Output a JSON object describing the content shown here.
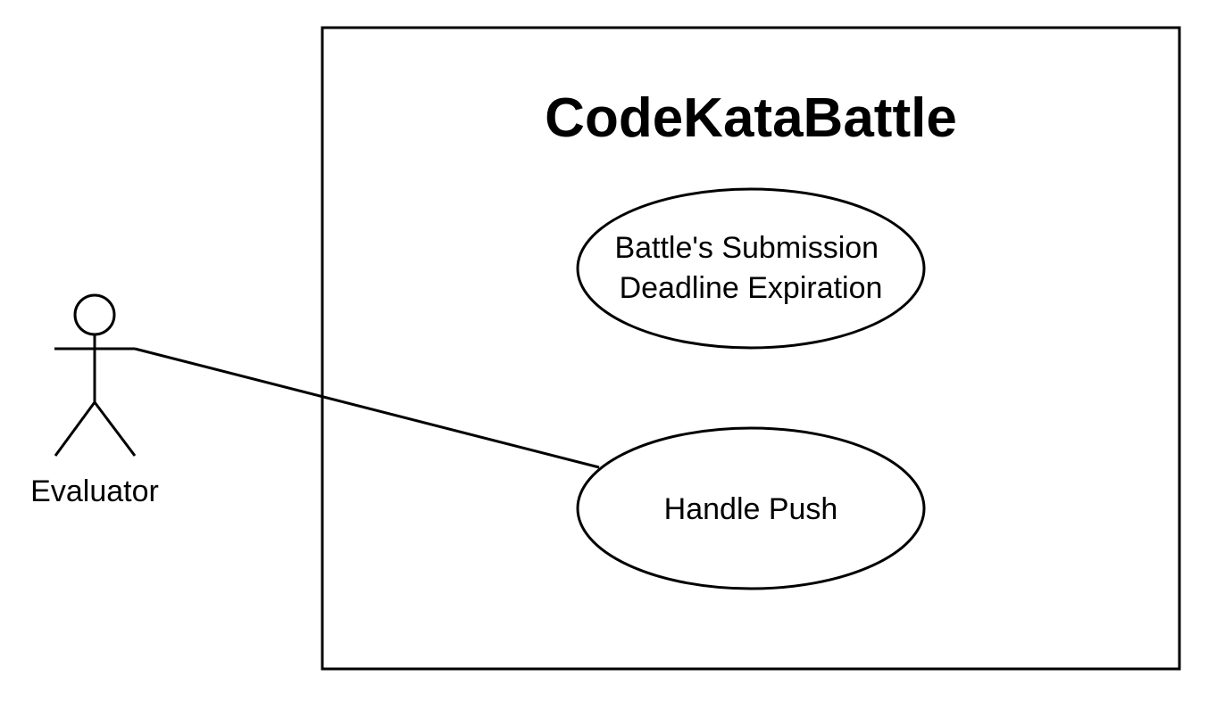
{
  "system": {
    "title": "CodeKataBattle"
  },
  "actors": [
    {
      "id": "evaluator",
      "label": "Evaluator"
    }
  ],
  "use_cases": [
    {
      "id": "deadline",
      "lines": [
        "Battle's Submission",
        "Deadline Expiration"
      ]
    },
    {
      "id": "push",
      "lines": [
        "Handle Push"
      ]
    }
  ],
  "associations": [
    {
      "from": "evaluator",
      "to": "push"
    }
  ],
  "colors": {
    "stroke": "#000000",
    "background": "#ffffff"
  }
}
